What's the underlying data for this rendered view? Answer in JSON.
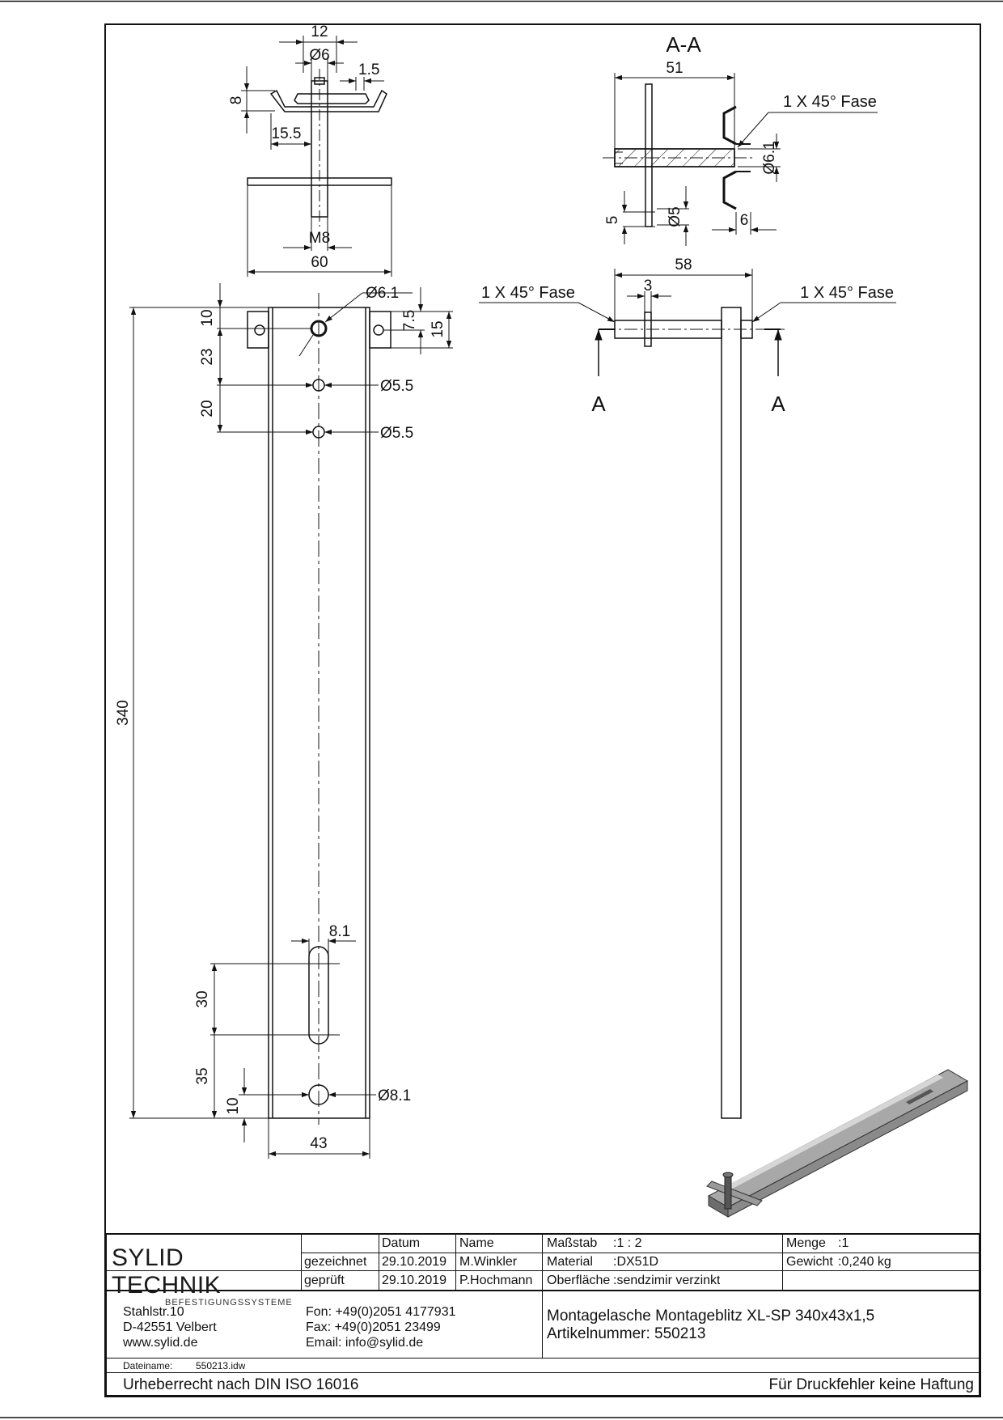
{
  "section_title": "A-A",
  "dimensions": {
    "top_12": "12",
    "top_d6": "Ø6",
    "top_1_5": "1.5",
    "top_8": "8",
    "top_15_5": "15.5",
    "top_m8": "M8",
    "top_60": "60",
    "front_d6_1": "Ø6.1",
    "front_10a": "10",
    "front_23": "23",
    "front_20": "20",
    "front_7_5": "7.5",
    "front_15": "15",
    "front_d5_5a": "Ø5.5",
    "front_d5_5b": "Ø5.5",
    "front_340": "340",
    "front_8_1": "8.1",
    "front_30": "30",
    "front_35": "35",
    "front_10b": "10",
    "front_d8_1": "Ø8.1",
    "front_43": "43",
    "sec_51": "51",
    "sec_fase": "1 X 45° Fase",
    "sec_d6_1": "Ø6.1",
    "sec_5": "5",
    "sec_d5": "Ø5",
    "sec_6": "6",
    "side_58": "58",
    "side_3": "3",
    "side_fase_left": "1 X 45° Fase",
    "side_fase_right": "1 X 45° Fase",
    "cut_a_left": "A",
    "cut_a_right": "A"
  },
  "title_block": {
    "logo_main": "SYLID TECHNIK",
    "logo_sub": "BEFESTIGUNGSSYSTEME",
    "col_datum": "Datum",
    "col_name": "Name",
    "row1_label": "gezeichnet",
    "row1_date": "29.10.2019",
    "row1_name": "M.Winkler",
    "row2_label": "geprüft",
    "row2_date": "29.10.2019",
    "row2_name": "P.Hochmann",
    "massstab_label": "Maßstab",
    "massstab_value": ":1 : 2",
    "material_label": "Material",
    "material_value": ":DX51D",
    "oberflaeche_label": "Oberfläche",
    "oberflaeche_value": ":sendzimir verzinkt",
    "menge_label": "Menge",
    "menge_value": ":1",
    "gewicht_label": "Gewicht",
    "gewicht_value": ":0,240 kg",
    "address_line1": "Stahlstr.10",
    "address_line2": "D-42551 Velbert",
    "address_line3": "www.sylid.de",
    "fon": "Fon: +49(0)2051 4177931",
    "fax": "Fax: +49(0)2051 23499",
    "email": "Email: info@sylid.de",
    "description": "Montagelasche Montageblitz XL-SP 340x43x1,5",
    "artikel": "Artikelnummer: 550213",
    "dateiname_label": "Dateiname:",
    "dateiname_value": "550213.idw",
    "copyright": "Urheberrecht nach DIN ISO 16016",
    "disclaimer": "Für Druckfehler keine Haftung"
  }
}
